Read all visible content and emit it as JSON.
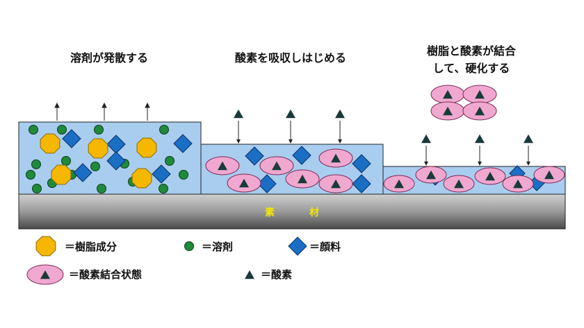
{
  "stages": [
    {
      "title": "溶剤が発散する"
    },
    {
      "title": "酸素を吸収しはじめる"
    },
    {
      "title_line1": "樹脂と酸素が結合",
      "title_line2": "して、硬化する"
    }
  ],
  "substrate": {
    "char1": "素",
    "char2": "材"
  },
  "legend": {
    "resin": "＝樹脂成分",
    "solvent": "＝溶剤",
    "pigment": "＝顔料",
    "oxygen_bound": "＝酸素結合状態",
    "oxygen": "＝酸素"
  },
  "icons": {
    "resin": "octagon-icon",
    "solvent": "circle-icon",
    "pigment": "diamond-icon",
    "oxygen_bound": "ellipse-triangle-icon",
    "oxygen": "triangle-icon"
  },
  "colors": {
    "layer_fill": "#a9cdef",
    "resin_fill": "#f5b700",
    "solvent_fill": "#1f8a3c",
    "pigment_fill": "#1a6fc4",
    "bound_fill": "#f0a8d0",
    "oxygen_fill": "#1a3a3a",
    "substrate_text": "#f5e600"
  }
}
